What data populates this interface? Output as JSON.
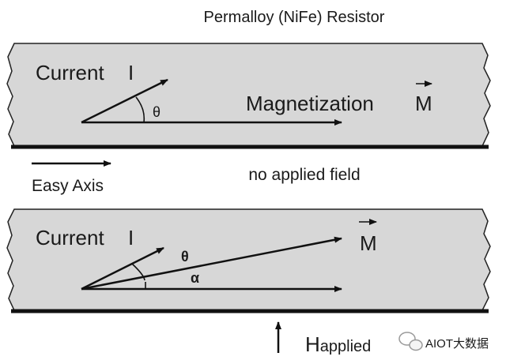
{
  "title": "Permalloy (NiFe) Resistor",
  "top_panel": {
    "current_label": "Current",
    "current_symbol": "I",
    "angle_theta": "θ",
    "magnetization_label": "Magnetization",
    "magnetization_symbol": "M"
  },
  "easy_axis_label": "Easy Axis",
  "middle_caption": "no applied field",
  "bottom_panel": {
    "current_label": "Current",
    "current_symbol": "I",
    "angle_theta": "θ",
    "angle_alpha": "α",
    "magnetization_symbol": "M"
  },
  "applied_field_label_big": "H",
  "applied_field_label_small": "applied",
  "watermark": "AIOT大数据",
  "colors": {
    "strip_fill": "#d7d7d7",
    "line": "#111111"
  }
}
